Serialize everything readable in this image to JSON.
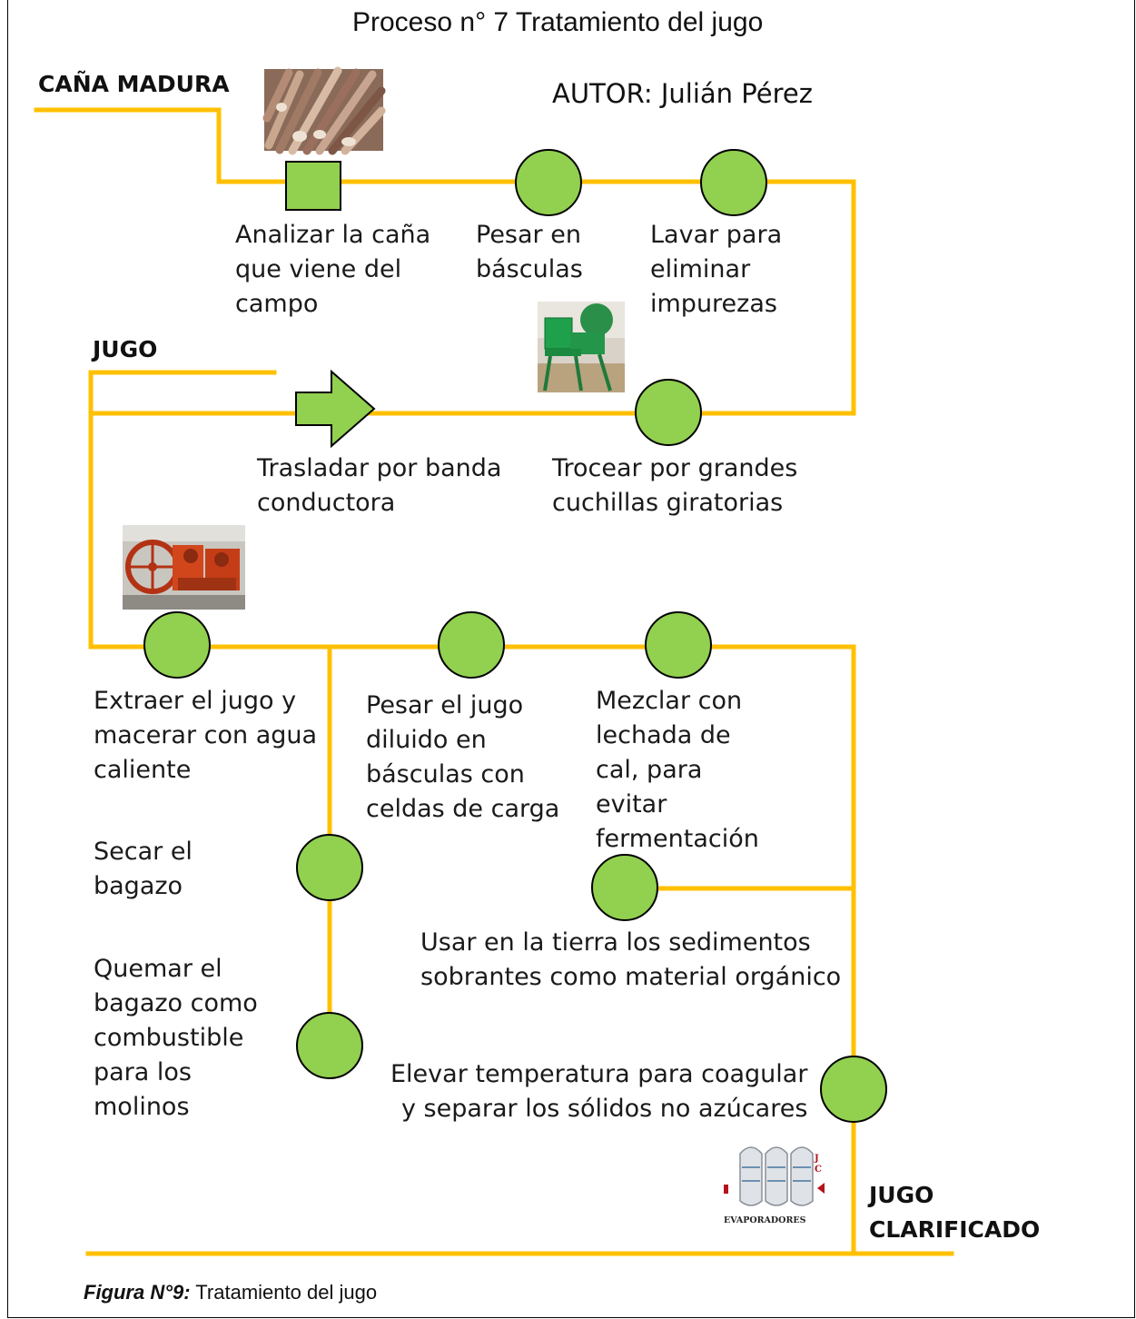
{
  "title": "Proceso n° 7 Tratamiento del jugo",
  "author": "AUTOR: Julián Pérez",
  "labels": {
    "cana_madura": "CAÑA MADURA",
    "jugo": "JUGO",
    "jugo_clarificado": "JUGO\nCLARIFICADO"
  },
  "steps": {
    "analizar": "Analizar la caña\nque viene del\ncampo",
    "pesar_basculas": "Pesar en\nbásculas",
    "lavar": "Lavar para\neliminar\nimpurezas",
    "trasladar": "Trasladar por banda\nconductora",
    "trocear": "Trocear por grandes\ncuchillas giratorias",
    "extraer": "Extraer el jugo y\nmacerar con agua\ncaliente",
    "pesar_jugo": "Pesar el jugo\ndiluido en\nbásculas con\nceldas de carga",
    "mezclar": "Mezclar con\nlechada de\ncal, para\nevitar\nfermentación",
    "secar": "Secar el\nbagazo",
    "usar_tierra": "Usar en la tierra los sedimentos\nsobrantes como material orgánico",
    "quemar": "Quemar el\nbagazo como\ncombustible\npara los\nmolinos",
    "elevar": "Elevar temperatura para coagular\ny separar los sólidos no azúcares"
  },
  "evaporadores_label": "EVAPORADORES",
  "caption": {
    "figure": "Figura N°9:",
    "text": " Tratamiento del jugo"
  },
  "colors": {
    "line": "#FFC000",
    "node_fill": "#92D050",
    "node_stroke": "#000000"
  }
}
